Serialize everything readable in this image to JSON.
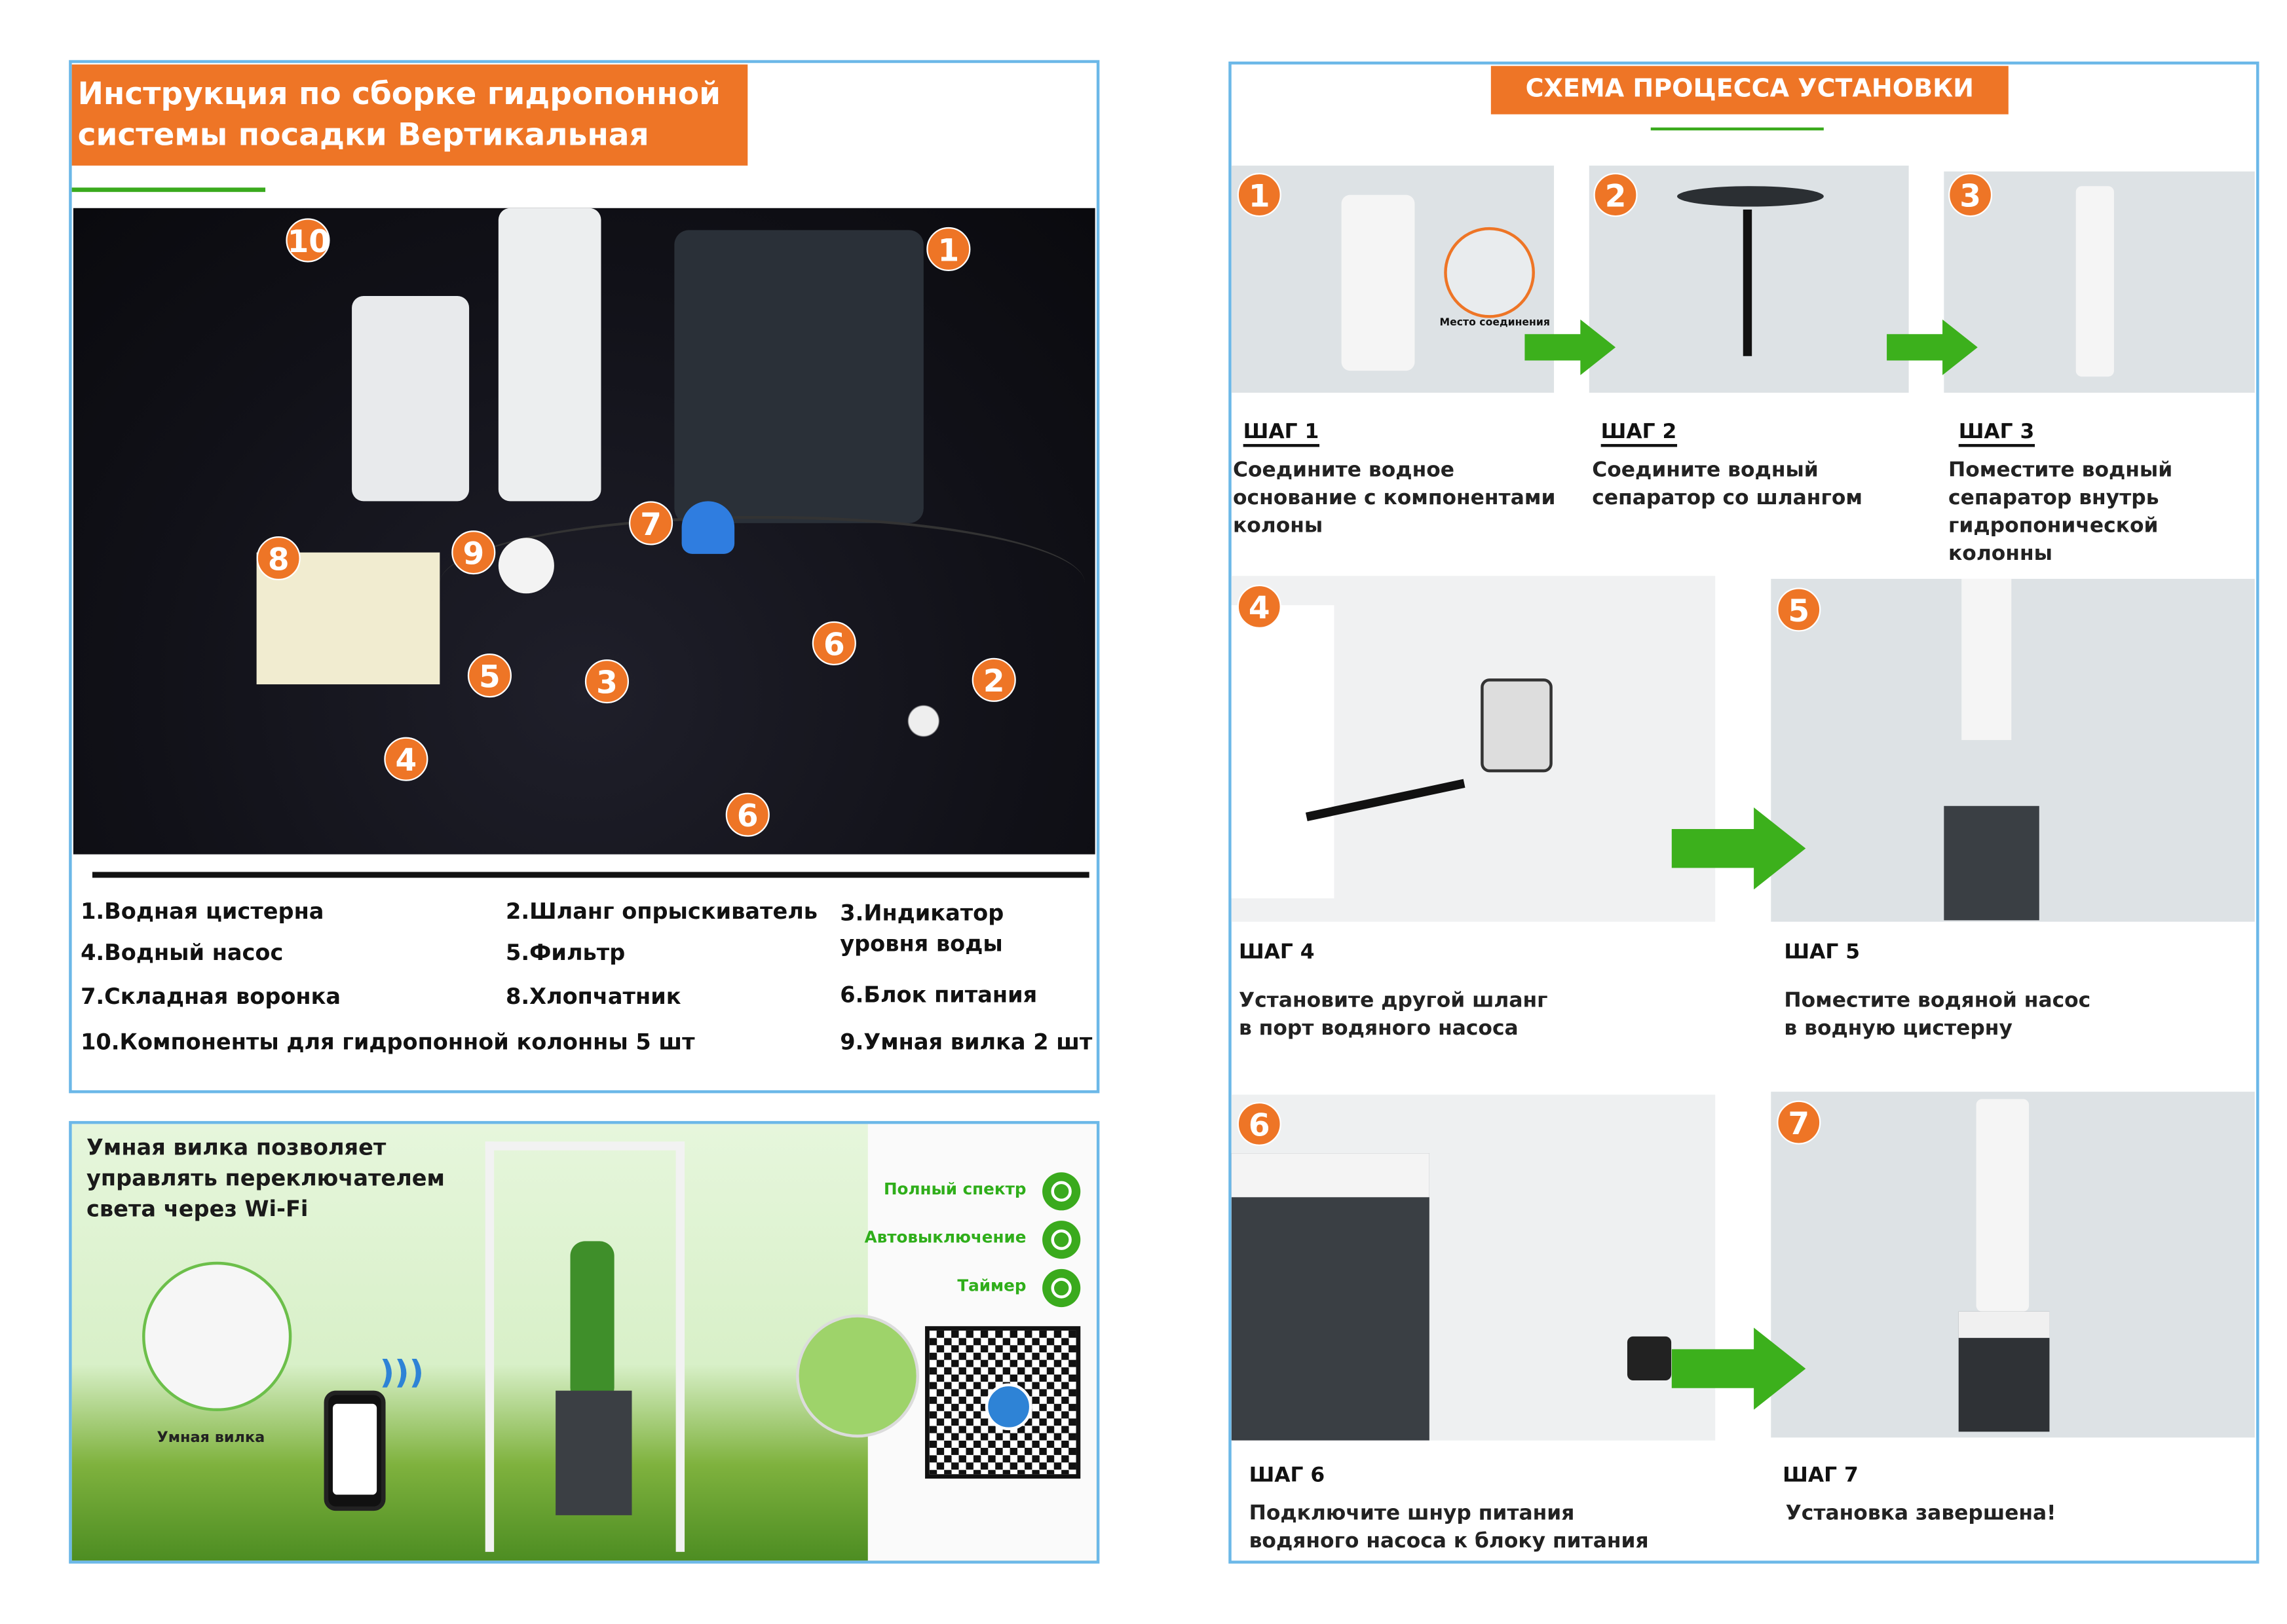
{
  "left_panel": {
    "title": "Инструкция по сборке гидропонной системы посадки Вертикальная грядка",
    "photo_markers": [
      "10",
      "1",
      "7",
      "8",
      "9",
      "5",
      "3",
      "6",
      "2",
      "4",
      "6"
    ],
    "legend": [
      "1.Водная цистерна",
      "2.Шланг опрыскиватель",
      "3.Индикатор уровня воды",
      "4.Водный насос",
      "5.Фильтр",
      "7.Складная воронка",
      "8.Хлопчатник",
      "6.Блок питания",
      "10.Компоненты для гидропонной колонны 5 шт",
      "9.Умная вилка 2 шт"
    ]
  },
  "smart_panel": {
    "headline": "Умная вилка позволяет управлять переключателем света через Wi-Fi",
    "plug_label": "Умная вилка",
    "features": [
      {
        "label": "Полный спектр",
        "icon": "sun-moon-icon"
      },
      {
        "label": "Автовыключение",
        "icon": "power-icon"
      },
      {
        "label": "Таймер",
        "icon": "timer-icon"
      }
    ]
  },
  "right_panel": {
    "title": "СХЕМА ПРОЦЕССА УСТАНОВКИ",
    "connection_label": "Место соединения",
    "steps": [
      {
        "n": "1",
        "label": "ШАГ 1",
        "desc": "Соедините водное основание с компонентами колоны"
      },
      {
        "n": "2",
        "label": "ШАГ 2",
        "desc": "Соедините водный сепаратор со шлангом"
      },
      {
        "n": "3",
        "label": "ШАГ 3",
        "desc": "Поместите водный сепаратор внутрь гидропонической колонны"
      },
      {
        "n": "4",
        "label": "ШАГ 4",
        "desc": "Установите другой шланг в порт водяного насоса"
      },
      {
        "n": "5",
        "label": "ШАГ 5",
        "desc": "Поместите водяной насос в водную цистерну"
      },
      {
        "n": "6",
        "label": "ШАГ 6",
        "desc": "Подключите шнур питания водяного насоса к блоку питания"
      },
      {
        "n": "7",
        "label": "ШАГ 7",
        "desc": "Установка завершена!"
      }
    ]
  },
  "colors": {
    "accent": "#ee7526",
    "green": "#3aaa1d",
    "border": "#6cb8e8"
  }
}
